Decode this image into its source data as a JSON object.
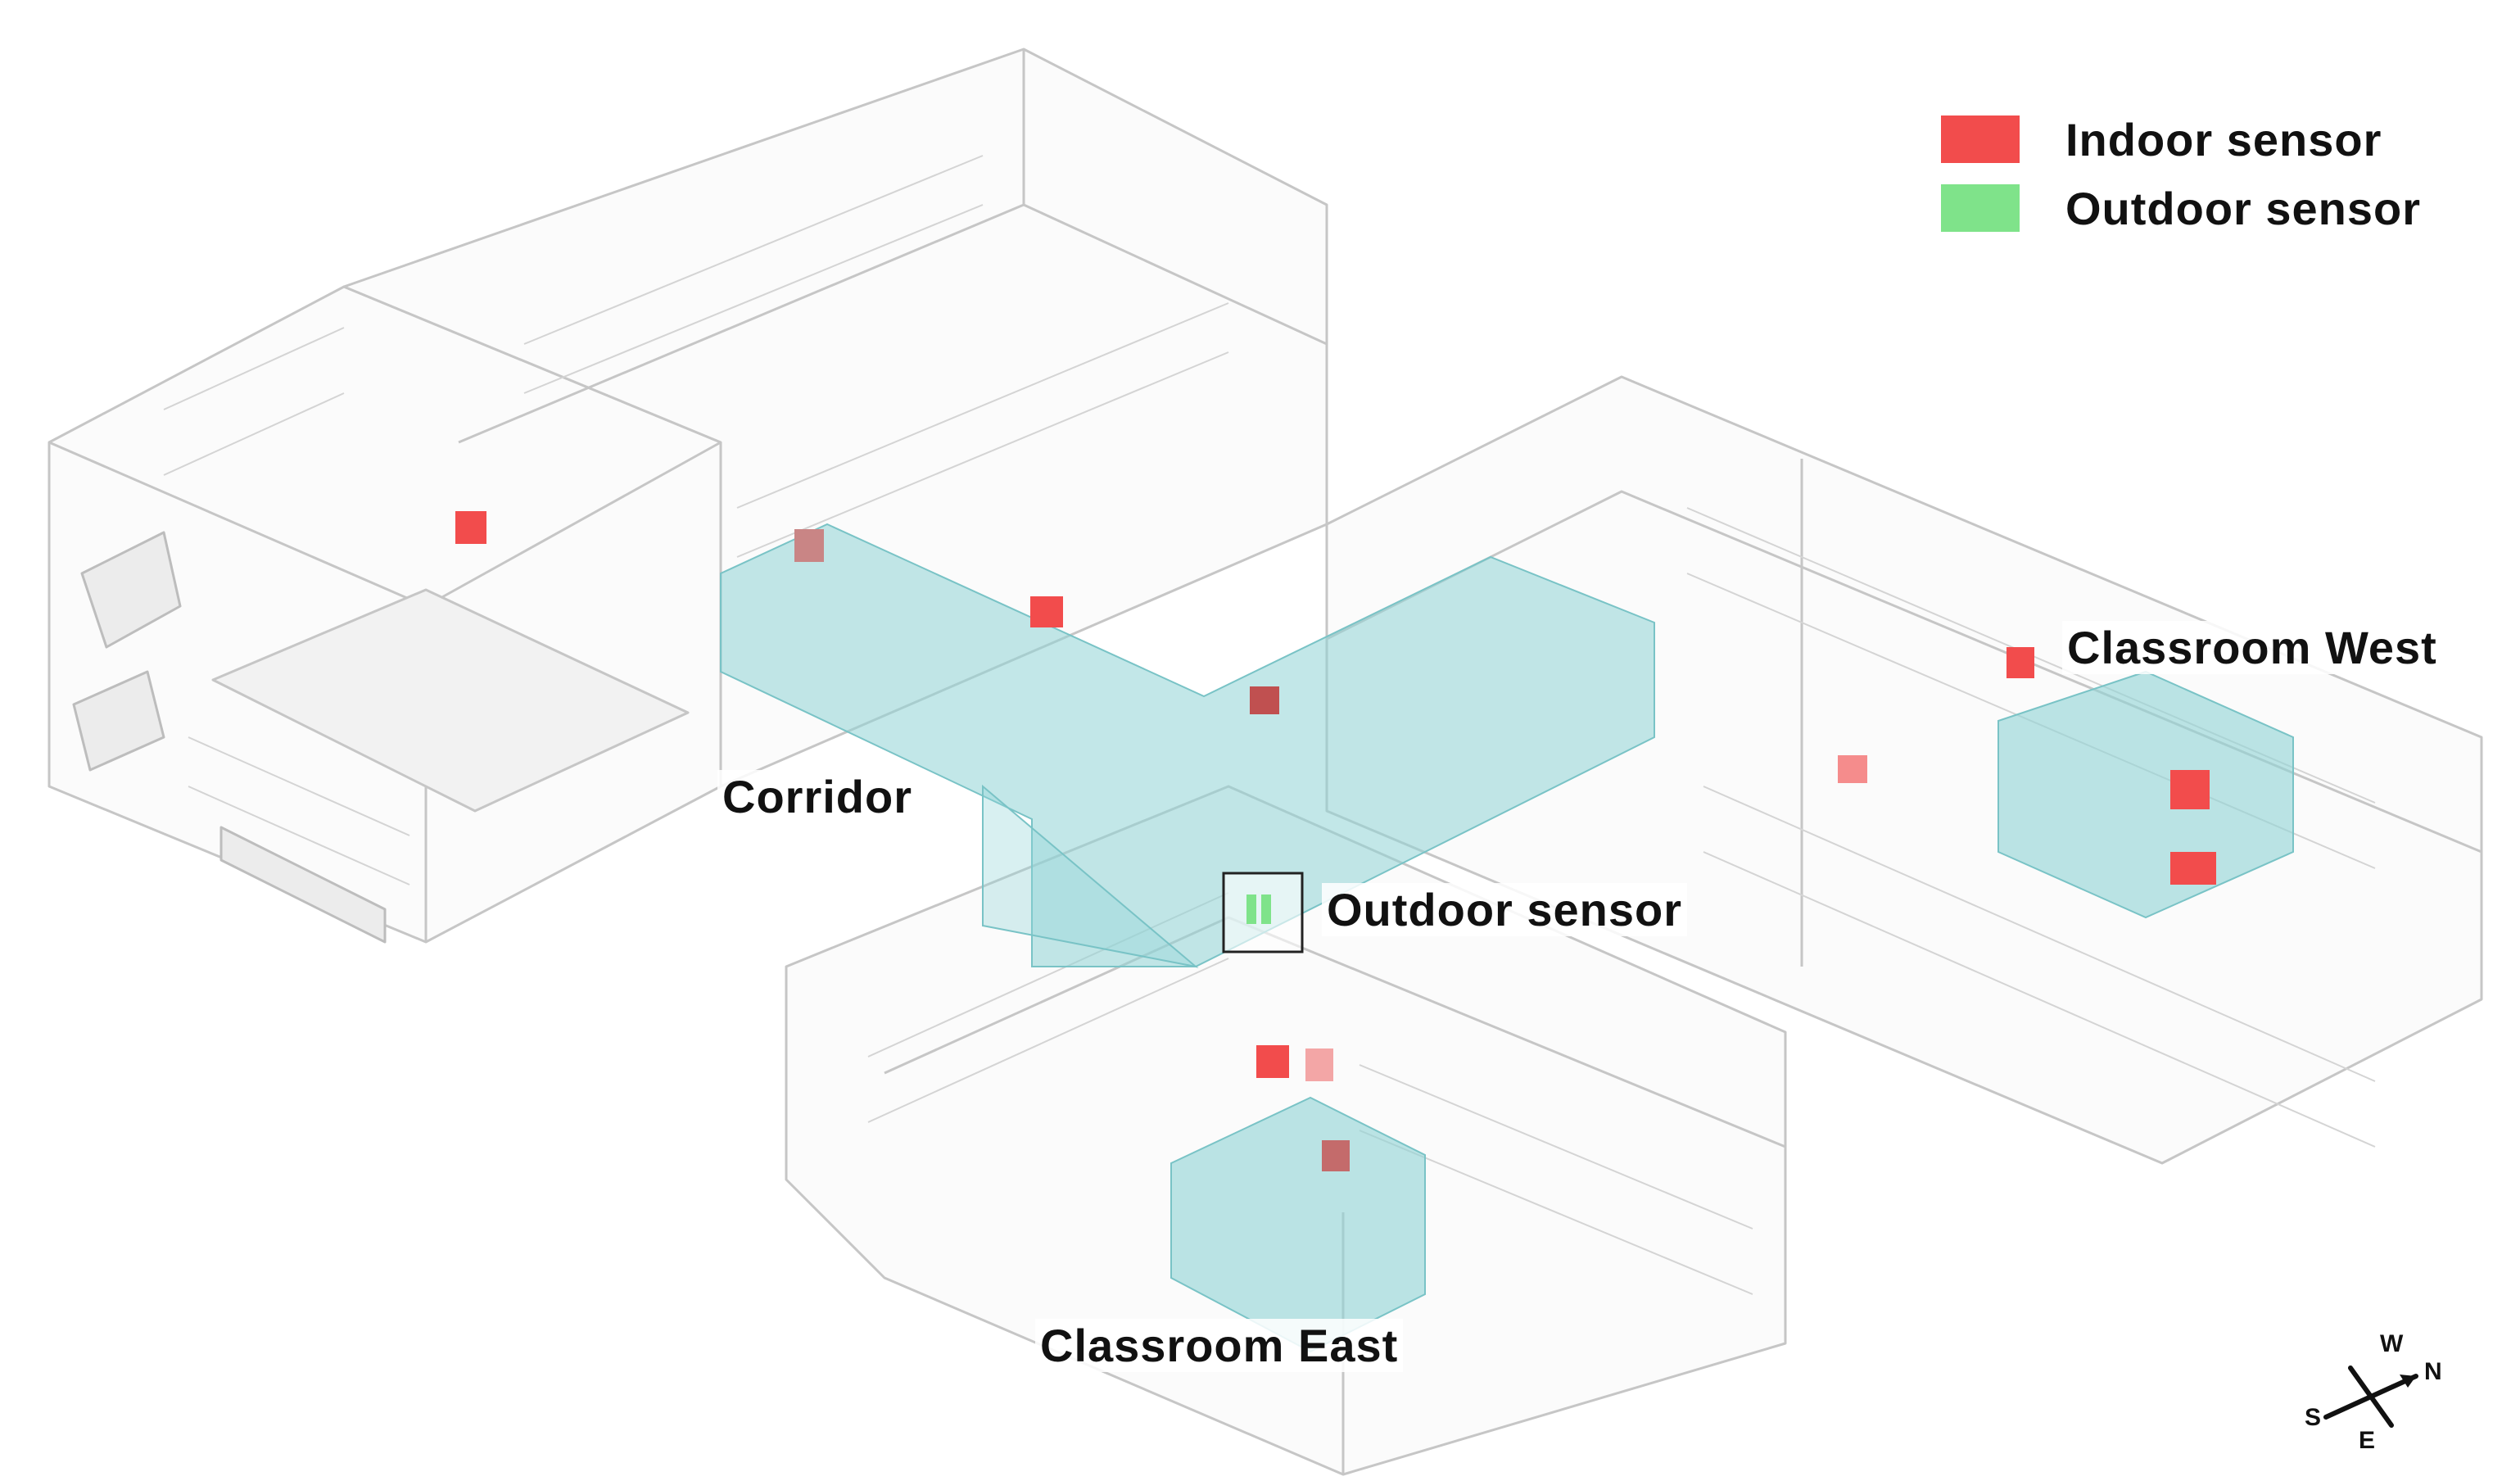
{
  "legend": {
    "indoor": {
      "label": "Indoor sensor",
      "color": "#f24c4c"
    },
    "outdoor": {
      "label": "Outdoor sensor",
      "color": "#7fe38a"
    }
  },
  "zones": {
    "corridor": "Corridor",
    "classroom_west": "Classroom West",
    "classroom_east": "Classroom East",
    "outdoor_sensor": "Outdoor sensor"
  },
  "compass": {
    "n": "N",
    "s": "S",
    "e": "E",
    "w": "W"
  },
  "colors": {
    "zone_fill": "#8fd3d6",
    "line": "#c9c9c9"
  }
}
